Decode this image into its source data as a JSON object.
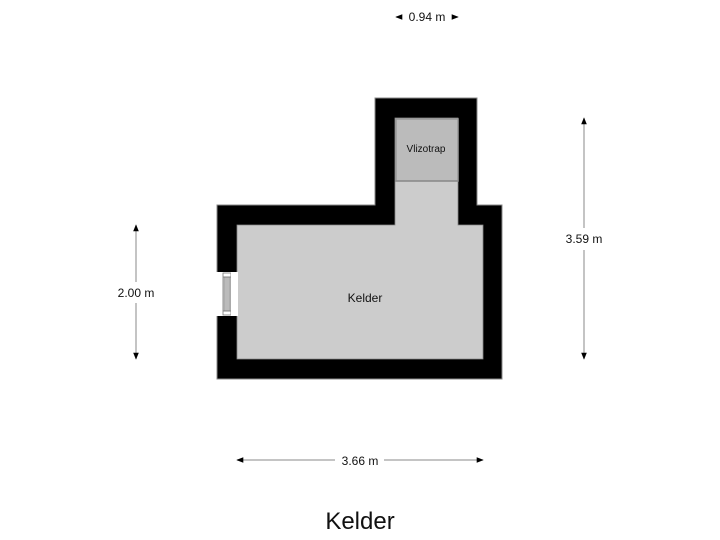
{
  "floorplan": {
    "title": "Kelder",
    "rooms": [
      {
        "name": "Kelder",
        "fill": "#cccccc"
      },
      {
        "name": "Vlizotrap",
        "fill": "#bbbbbb"
      }
    ],
    "dimensions": {
      "top": "0.94 m",
      "right": "3.59 m",
      "left": "2.00 m",
      "bottom": "3.66 m"
    },
    "colors": {
      "wall": "#000000",
      "floor": "#cccccc",
      "hatch": "#bbbbbb",
      "dimension_line": "#888888"
    }
  }
}
